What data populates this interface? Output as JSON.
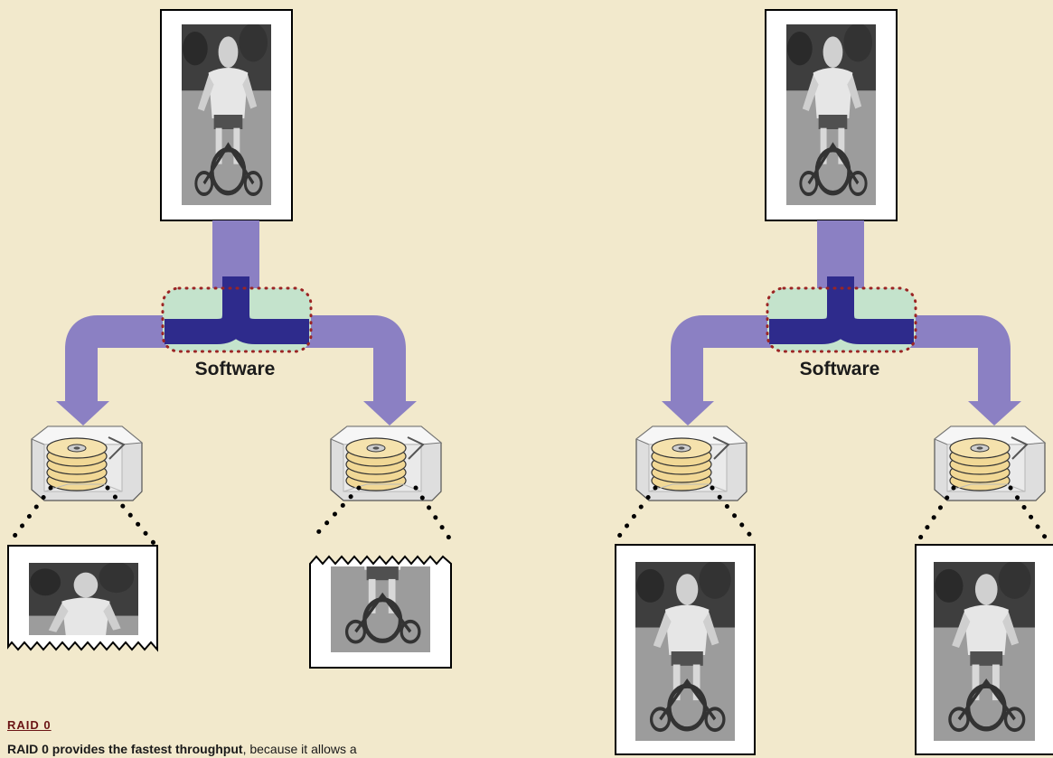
{
  "left_diagram": {
    "software_label": "Software"
  },
  "right_diagram": {
    "software_label": "Software"
  },
  "caption": {
    "heading": "RAID 0",
    "body_bold": "RAID 0 provides the fastest throughput",
    "body_rest": ", because it allows a"
  },
  "colors": {
    "background": "#f2e9cc",
    "pipe": "#8b80c3",
    "pipe_inside": "#2e2b8c",
    "software_box": "#c4e3cc",
    "software_border": "#9b2424",
    "platter": "#f1d896"
  }
}
